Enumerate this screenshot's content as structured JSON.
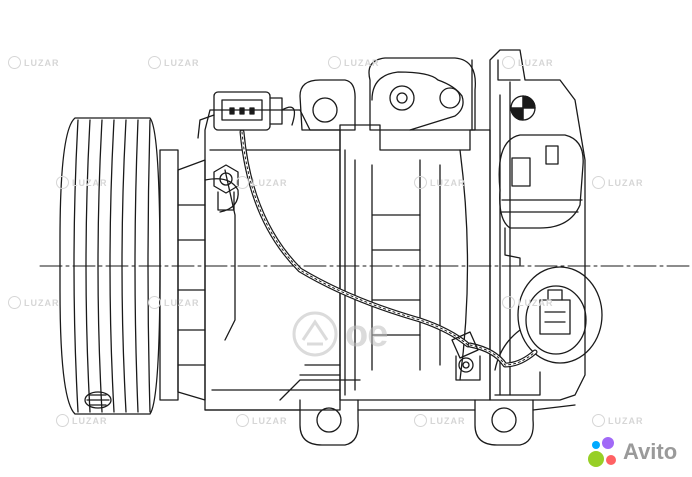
{
  "watermark": {
    "text": "LUZAR"
  },
  "badge": {
    "text": "oe"
  },
  "site": {
    "name": "Avito"
  },
  "colors": {
    "line": "#1a1a1a",
    "watermark": "#d6d6d6",
    "avito_dots": [
      "#97cf26",
      "#a169f7",
      "#ff6163",
      "#0af"
    ]
  }
}
